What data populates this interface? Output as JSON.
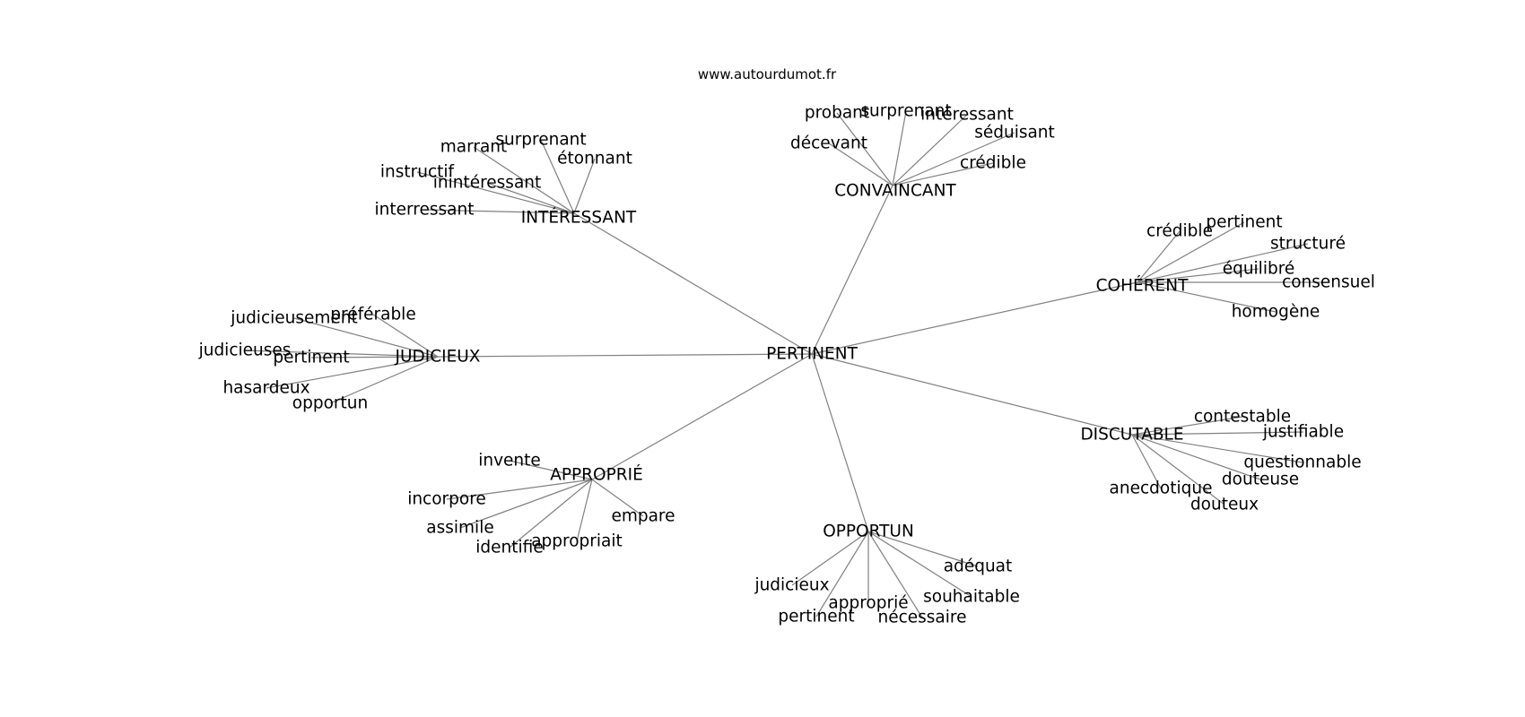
{
  "watermark": "www.autourdumot.fr",
  "graph": {
    "center": "PERTINENT",
    "clusters": [
      {
        "hub": "INTÉRESSANT",
        "leaves": [
          "marrant",
          "surprenant",
          "étonnant",
          "instructif",
          "inintéressant",
          "interressant"
        ]
      },
      {
        "hub": "CONVAINCANT",
        "leaves": [
          "probant",
          "surprenant",
          "intéressant",
          "décevant",
          "séduisant",
          "crédible"
        ]
      },
      {
        "hub": "COHÉRENT",
        "leaves": [
          "crédible",
          "pertinent",
          "structuré",
          "équilibré",
          "consensuel",
          "homogène"
        ]
      },
      {
        "hub": "JUDICIEUX",
        "leaves": [
          "judicieusement",
          "préférable",
          "judicieuses",
          "pertinent",
          "hasardeux",
          "opportun"
        ]
      },
      {
        "hub": "DISCUTABLE",
        "leaves": [
          "contestable",
          "justifiable",
          "questionnable",
          "douteuse",
          "anecdotique",
          "douteux"
        ]
      },
      {
        "hub": "APPROPRIÉ",
        "leaves": [
          "invente",
          "incorpore",
          "assimile",
          "identifie",
          "appropriait",
          "empare"
        ]
      },
      {
        "hub": "OPPORTUN",
        "leaves": [
          "adéquat",
          "judicieux",
          "souhaitable",
          "approprié",
          "pertinent",
          "nécessaire"
        ]
      }
    ]
  }
}
